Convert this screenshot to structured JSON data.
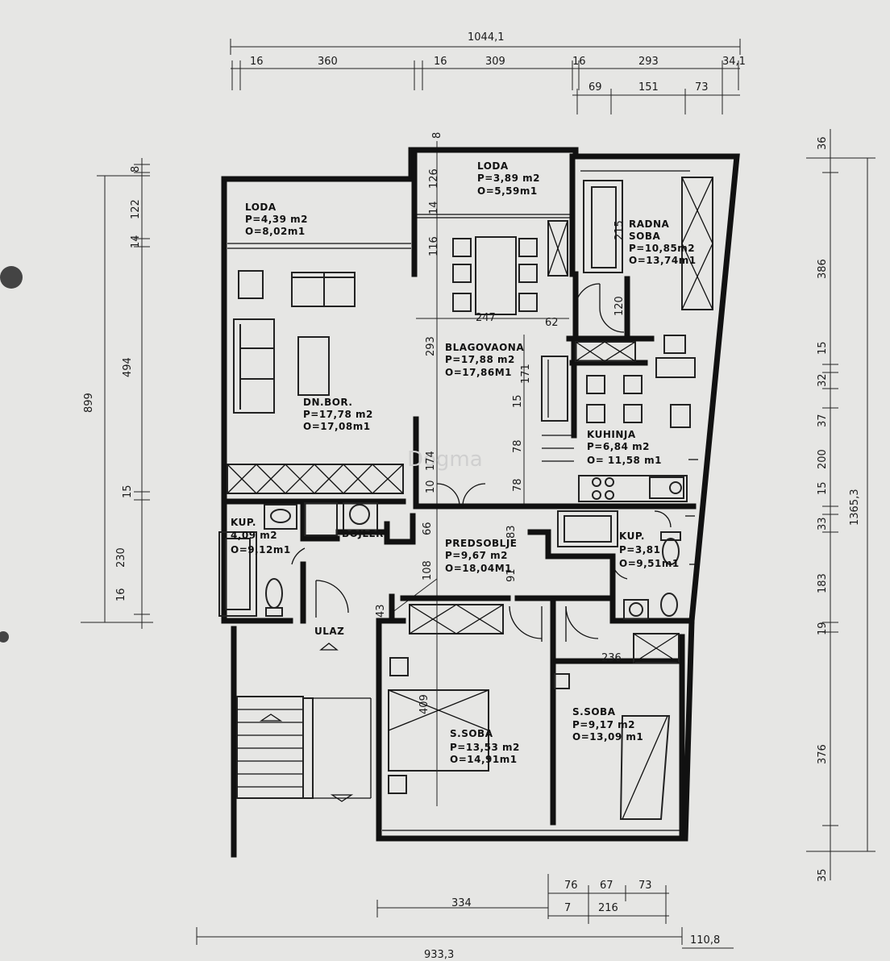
{
  "watermark": "Dogma",
  "rooms": {
    "loda_left": {
      "name": "LODA",
      "area": "P=4,39 m2",
      "perimeter": "O=8,02m1"
    },
    "loda_top": {
      "name": "LODA",
      "area": "P=3,89 m2",
      "perimeter": "O=5,59m1"
    },
    "radna_soba": {
      "name1": "RADNA",
      "name2": "SOBA",
      "area": "P=10,85m2",
      "perimeter": "O=13,74m1"
    },
    "blagovaona": {
      "name": "BLAGOVAONA",
      "area": "P=17,88 m2",
      "perimeter": "O=17,86M1"
    },
    "dnevni_boravak": {
      "name": "DN.BOR.",
      "area": "P=17,78 m2",
      "perimeter": "O=17,08m1"
    },
    "kuhinja": {
      "name": "KUHINJA",
      "area": "P=6,84 m2",
      "perimeter": "O= 11,58 m1"
    },
    "kupaonica_left": {
      "name": "KUP.",
      "area": "4,09 m2",
      "perimeter": "O=9,12m1"
    },
    "bojler": {
      "name": "BOJLER"
    },
    "predsoblje": {
      "name": "PREDSOBLJE",
      "area": "P=9,67 m2",
      "perimeter": "O=18,04M1"
    },
    "kupaonica_right": {
      "name": "KUP.",
      "area": "P=3,81",
      "perimeter": "O=9,51m1"
    },
    "ulaz": {
      "name": "ULAZ"
    },
    "spavaca_soba_1": {
      "name": "S.SOBA",
      "area": "P=13,53 m2",
      "perimeter": "O=14,91m1"
    },
    "spavaca_soba_2": {
      "name": "S.SOBA",
      "area": "P=9,17 m2",
      "perimeter": "O=13,09 m1"
    }
  },
  "dimensions": {
    "top_total": "1044,1",
    "top_row": [
      "16",
      "360",
      "16",
      "309",
      "16",
      "293",
      "34,1"
    ],
    "top_sub": [
      "69",
      "151",
      "73"
    ],
    "left_total": "899",
    "left_row": [
      "8",
      "122",
      "14",
      "494",
      "15",
      "230",
      "16"
    ],
    "right_total": "1365,3",
    "right_row": [
      "36",
      "386",
      "15",
      "32",
      "37",
      "200",
      "15",
      "33",
      "183",
      "19",
      "376",
      "35"
    ],
    "bottom_total": "933,3",
    "bottom_extra": "110,8",
    "bottom_mid": "334",
    "bottom_sub1": [
      "76",
      "67",
      "73"
    ],
    "bottom_sub2": [
      "7",
      "216"
    ],
    "interior": [
      "8",
      "126",
      "14",
      "116",
      "215",
      "247",
      "62",
      "120",
      "293",
      "171",
      "15",
      "78",
      "10",
      "174",
      "78",
      "66",
      "83",
      "108",
      "91",
      "43",
      "409",
      "236"
    ]
  }
}
